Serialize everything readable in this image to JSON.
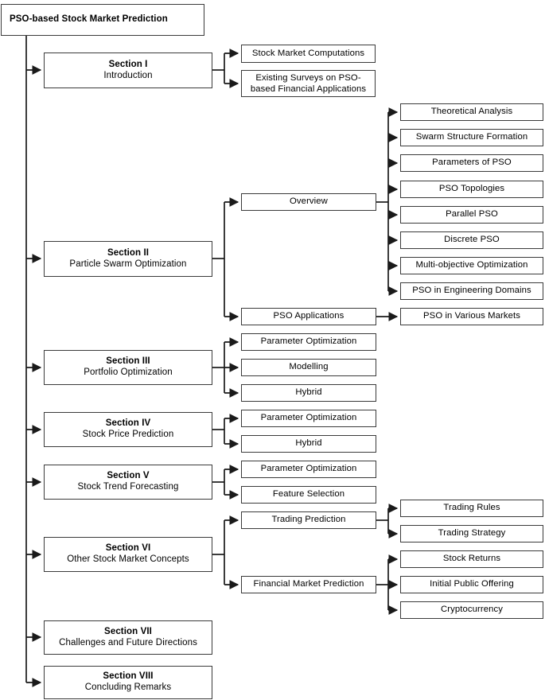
{
  "diagram": {
    "kind": "hierarchy-tree",
    "title": "PSO-based Stock Market Prediction",
    "line_color": "#1a1a1a",
    "box_border_color": "#3a3a3a",
    "background": "#ffffff"
  },
  "root": {
    "label": "PSO-based Stock Market Prediction"
  },
  "sections": [
    {
      "id": "s1",
      "title": "Section I",
      "subtitle": "Introduction"
    },
    {
      "id": "s2",
      "title": "Section II",
      "subtitle": "Particle Swarm Optimization"
    },
    {
      "id": "s3",
      "title": "Section III",
      "subtitle": "Portfolio Optimization"
    },
    {
      "id": "s4",
      "title": "Section IV",
      "subtitle": "Stock Price Prediction"
    },
    {
      "id": "s5",
      "title": "Section V",
      "subtitle": "Stock Trend Forecasting"
    },
    {
      "id": "s6",
      "title": "Section VI",
      "subtitle": "Other Stock Market Concepts"
    },
    {
      "id": "s7",
      "title": "Section VII",
      "subtitle": "Challenges and Future Directions"
    },
    {
      "id": "s8",
      "title": "Section VIII",
      "subtitle": "Concluding Remarks"
    }
  ],
  "level2": [
    {
      "id": "l2-stock-market-computations",
      "label": "Stock Market Computations",
      "parent": "s1"
    },
    {
      "id": "l2-existing-surveys",
      "label": "Existing Surveys on PSO-based Financial Applications",
      "parent": "s1"
    },
    {
      "id": "l2-overview",
      "label": "Overview",
      "parent": "s2"
    },
    {
      "id": "l2-pso-applications",
      "label": "PSO Applications",
      "parent": "s2"
    },
    {
      "id": "l2-s3-parameter-optimization",
      "label": "Parameter Optimization",
      "parent": "s3"
    },
    {
      "id": "l2-s3-modelling",
      "label": "Modelling",
      "parent": "s3"
    },
    {
      "id": "l2-s3-hybrid",
      "label": "Hybrid",
      "parent": "s3"
    },
    {
      "id": "l2-s4-parameter-optimization",
      "label": "Parameter Optimization",
      "parent": "s4"
    },
    {
      "id": "l2-s4-hybrid",
      "label": "Hybrid",
      "parent": "s4"
    },
    {
      "id": "l2-s5-parameter-optimization",
      "label": "Parameter Optimization",
      "parent": "s5"
    },
    {
      "id": "l2-s5-feature-selection",
      "label": "Feature Selection",
      "parent": "s5"
    },
    {
      "id": "l2-trading-prediction",
      "label": "Trading Prediction",
      "parent": "s6"
    },
    {
      "id": "l2-financial-market-prediction",
      "label": "Financial Market Prediction",
      "parent": "s6"
    }
  ],
  "level3": [
    {
      "id": "l3-theoretical-analysis",
      "label": "Theoretical Analysis",
      "parent": "l2-overview"
    },
    {
      "id": "l3-swarm-structure-formation",
      "label": "Swarm Structure Formation",
      "parent": "l2-overview"
    },
    {
      "id": "l3-parameters-of-pso",
      "label": "Parameters of PSO",
      "parent": "l2-overview"
    },
    {
      "id": "l3-pso-topologies",
      "label": "PSO Topologies",
      "parent": "l2-overview"
    },
    {
      "id": "l3-parallel-pso",
      "label": "Parallel PSO",
      "parent": "l2-overview"
    },
    {
      "id": "l3-discrete-pso",
      "label": "Discrete PSO",
      "parent": "l2-overview"
    },
    {
      "id": "l3-multi-objective-optimization",
      "label": "Multi-objective Optimization",
      "parent": "l2-overview"
    },
    {
      "id": "l3-pso-engineering-domains",
      "label": "PSO in Engineering Domains",
      "parent": "l2-overview"
    },
    {
      "id": "l3-pso-various-markets",
      "label": "PSO in Various Markets",
      "parent": "l2-pso-applications"
    },
    {
      "id": "l3-trading-rules",
      "label": "Trading Rules",
      "parent": "l2-trading-prediction"
    },
    {
      "id": "l3-trading-strategy",
      "label": "Trading Strategy",
      "parent": "l2-trading-prediction"
    },
    {
      "id": "l3-stock-returns",
      "label": "Stock Returns",
      "parent": "l2-financial-market-prediction"
    },
    {
      "id": "l3-initial-public-offering",
      "label": "Initial Public Offering",
      "parent": "l2-financial-market-prediction"
    },
    {
      "id": "l3-cryptocurrency",
      "label": "Cryptocurrency",
      "parent": "l2-financial-market-prediction"
    }
  ]
}
